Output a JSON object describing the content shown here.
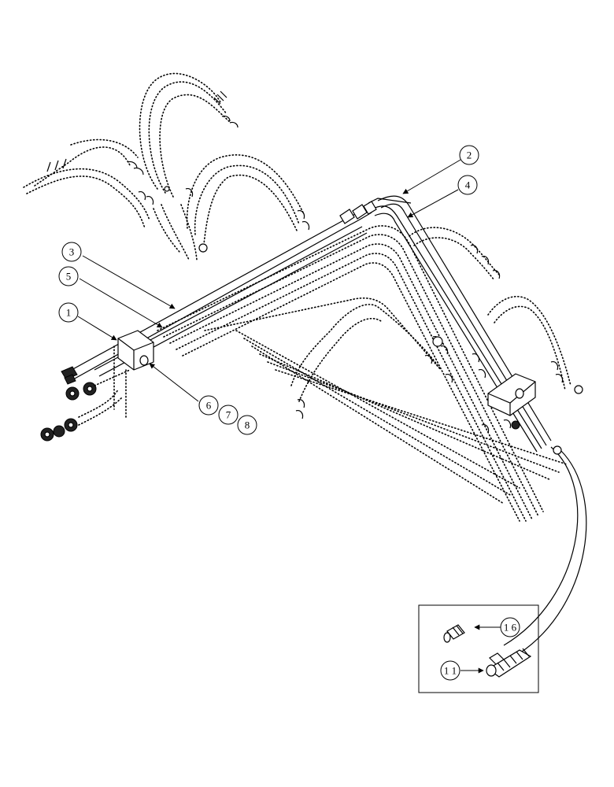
{
  "callouts": [
    {
      "id": "c1",
      "label": "1"
    },
    {
      "id": "c2",
      "label": "2"
    },
    {
      "id": "c3",
      "label": "3"
    },
    {
      "id": "c4",
      "label": "4"
    },
    {
      "id": "c5",
      "label": "5"
    },
    {
      "id": "c6",
      "label": "6"
    },
    {
      "id": "c7",
      "label": "7"
    },
    {
      "id": "c8",
      "label": "8"
    },
    {
      "id": "c16",
      "label": "1 6"
    },
    {
      "id": "c11",
      "label": "1 1"
    }
  ]
}
